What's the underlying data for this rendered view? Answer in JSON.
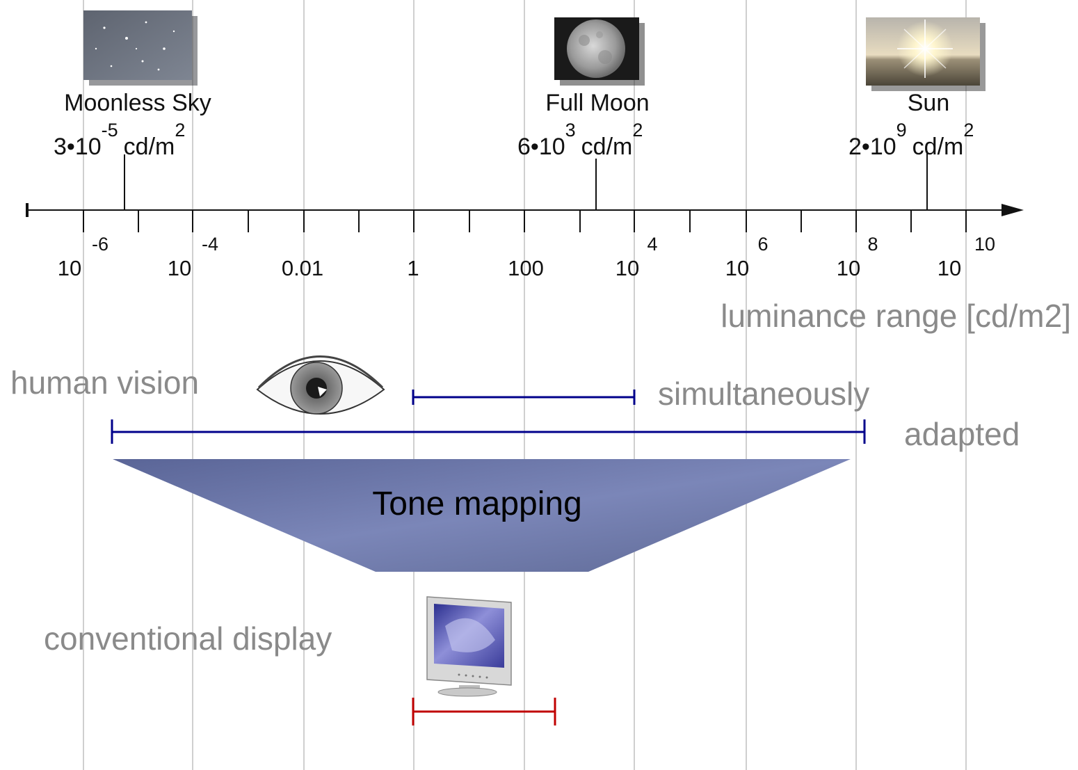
{
  "references": [
    {
      "name": "Moonless Sky",
      "mantissa": "3•10",
      "exponent": "-5",
      "unit": "cd/m",
      "unit_exp": "2",
      "icon": "night-sky-icon"
    },
    {
      "name": "Full Moon",
      "mantissa": "6•10",
      "exponent": "3",
      "unit": "cd/m",
      "unit_exp": "2",
      "icon": "moon-icon"
    },
    {
      "name": "Sun",
      "mantissa": "2•10",
      "exponent": "9",
      "unit": "cd/m",
      "unit_exp": "2",
      "icon": "sun-icon"
    }
  ],
  "axis": {
    "ticks": [
      {
        "base": "10",
        "exp": "-6"
      },
      {
        "base": "10",
        "exp": "-4"
      },
      {
        "base": "0.01",
        "exp": ""
      },
      {
        "base": "1",
        "exp": ""
      },
      {
        "base": "100",
        "exp": ""
      },
      {
        "base": "10",
        "exp": "4"
      },
      {
        "base": "10",
        "exp": "6"
      },
      {
        "base": "10",
        "exp": "8"
      },
      {
        "base": "10",
        "exp": "10"
      }
    ],
    "label": "luminance range [cd/m2]"
  },
  "human_vision": {
    "label": "human vision",
    "simultaneously_label": "simultaneously",
    "adapted_label": "adapted",
    "simultaneously_color": "#00008b",
    "adapted_color": "#00008b"
  },
  "tone_mapping": {
    "label": "Tone mapping",
    "color": "#6a76a8"
  },
  "display": {
    "label": "conventional display",
    "range_color": "#c00000"
  },
  "colors": {
    "gray_text": "#8a8a8a",
    "grid": "#cfcfcf"
  }
}
